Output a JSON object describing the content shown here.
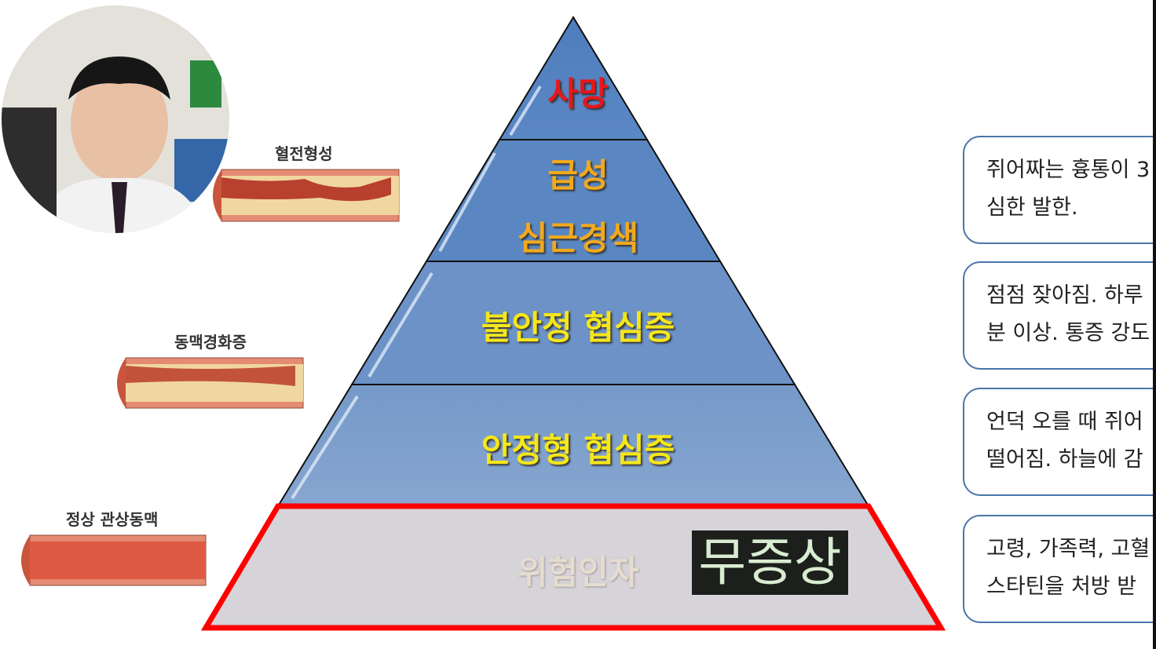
{
  "presenter": {
    "description_icon": "presenter-avatar"
  },
  "vessels": [
    {
      "label": "혈전형성"
    },
    {
      "label": "동맥경화증"
    },
    {
      "label": "정상 관상동맥"
    }
  ],
  "pyramid": {
    "levels": [
      {
        "label": "사망",
        "color": "#e8161b"
      },
      {
        "label_line1": "급성",
        "label_line2": "심근경색",
        "color": "#f2a91d"
      },
      {
        "label": "불안정 협심증",
        "color": "#f5e61a"
      },
      {
        "label": "안정형 협심증",
        "color": "#f5e61a"
      },
      {
        "label": "위험인자",
        "color": "#e6dcd0"
      }
    ],
    "highlight_color": "#ff0000",
    "badge": "무증상"
  },
  "descriptions": [
    {
      "line1": "쥐어짜는 흉통이 3",
      "line2": "심한 발한."
    },
    {
      "line1": "점점 잦아짐. 하루",
      "line2": "분 이상. 통증 강도"
    },
    {
      "line1": "언덕 오를 때 쥐어",
      "line2": "떨어짐. 하늘에 감"
    },
    {
      "line1": "고령, 가족력, 고혈",
      "line2": "스타틴을 처방 받"
    }
  ]
}
